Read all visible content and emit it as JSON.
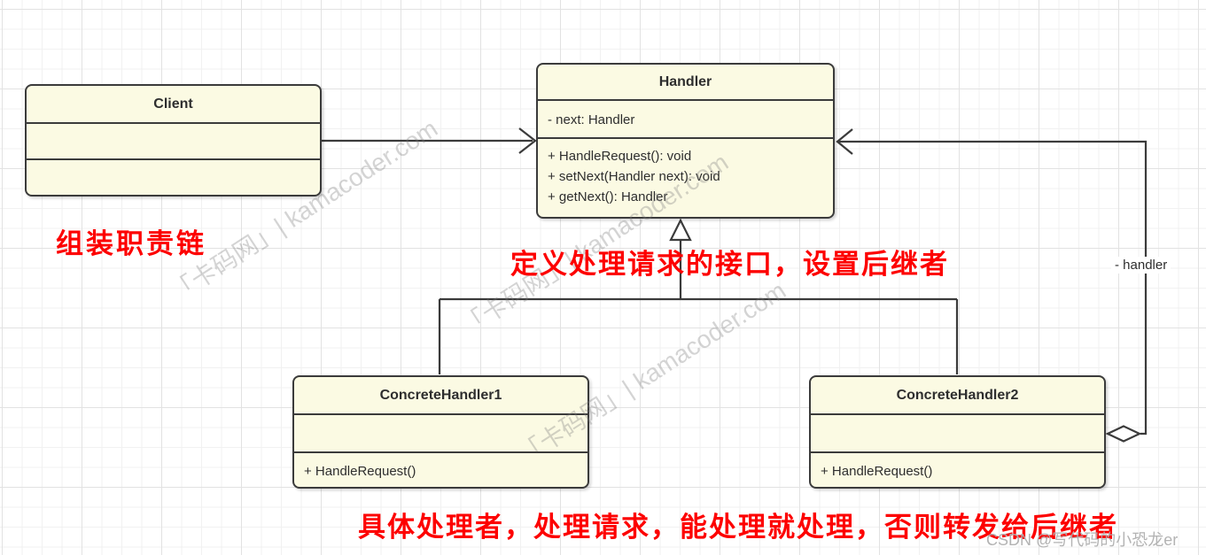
{
  "colors": {
    "box_fill": "#fbfae3",
    "box_border": "#3b3b3b",
    "edge": "#3b3b3b",
    "annotation_red": "#fd0000",
    "watermark_gray": "#7d7d7d",
    "credit_gray": "#afafaf"
  },
  "classes": [
    {
      "name": "Client",
      "attributes": [],
      "methods": []
    },
    {
      "name": "Handler",
      "attributes": [
        "- next: Handler"
      ],
      "methods": [
        "+ HandleRequest(): void",
        "+ setNext(Handler next): void",
        "+ getNext(): Handler"
      ]
    },
    {
      "name": "ConcreteHandler1",
      "attributes": [],
      "methods": [
        "+ HandleRequest()"
      ]
    },
    {
      "name": "ConcreteHandler2",
      "attributes": [],
      "methods": [
        "+ HandleRequest()"
      ]
    }
  ],
  "edges": {
    "aggregation_label": "- handler"
  },
  "annotations": {
    "client_note": "组装职责链",
    "handler_note": "定义处理请求的接口，设置后继者",
    "concrete_note": "具体处理者，处理请求，能处理就处理，否则转发给后继者"
  },
  "watermark": {
    "text": "「卡码网」| kamacoder.com"
  },
  "credit": "CSDN @写代码的小恐龙er"
}
